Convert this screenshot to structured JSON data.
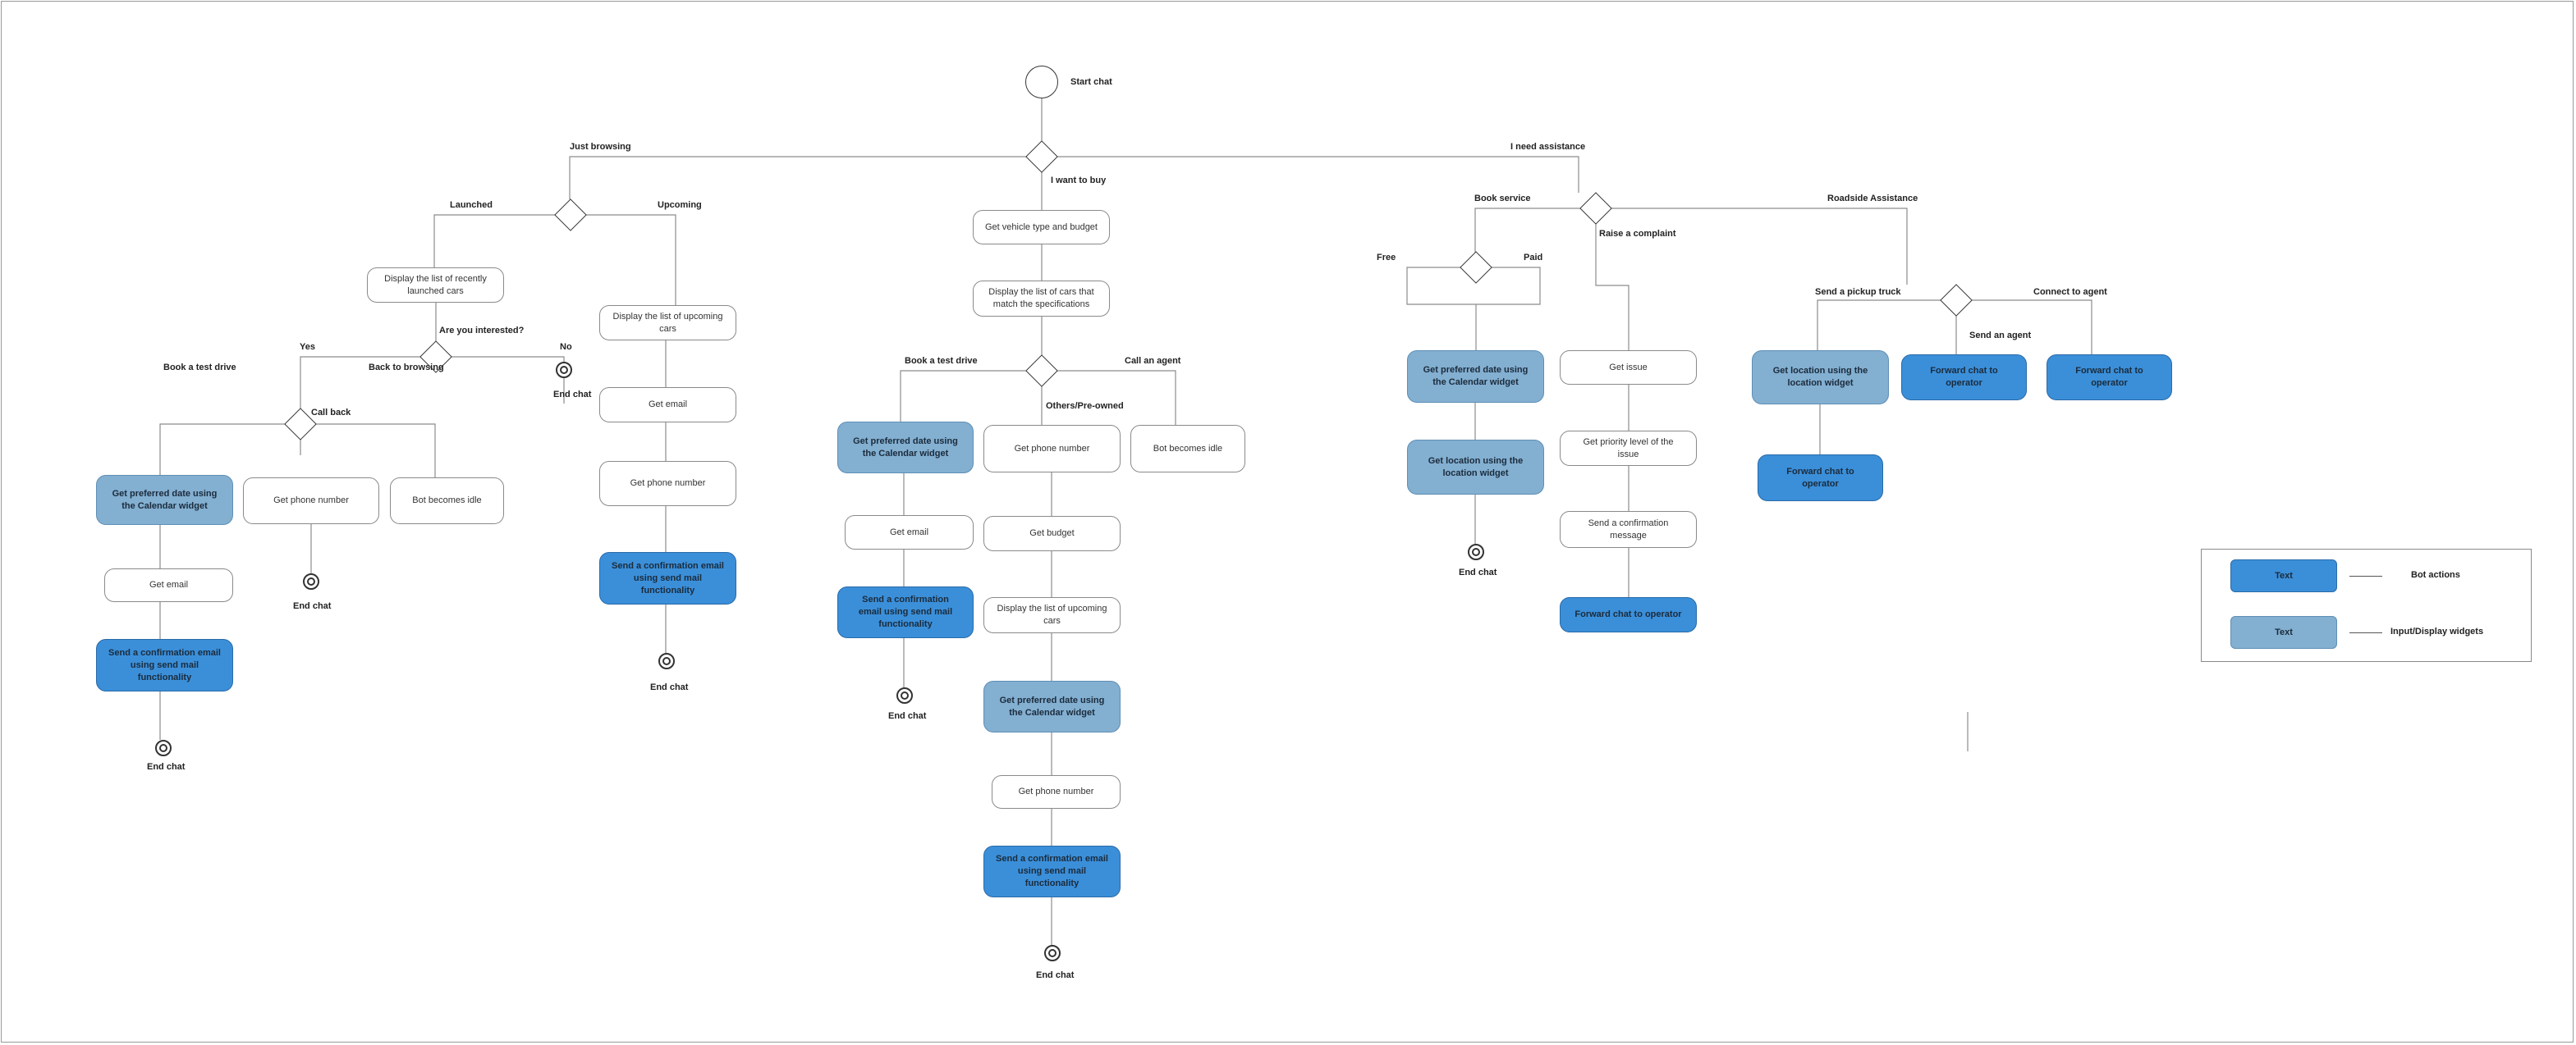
{
  "diagram": {
    "start": {
      "label": "Start chat"
    },
    "branches": {
      "just_browsing": "Just browsing",
      "i_want_to_buy": "I want to buy",
      "i_need_assistance": "I need assistance"
    },
    "browsing": {
      "launched": "Launched",
      "upcoming": "Upcoming",
      "recently_launched": "Display the list of recently launched cars",
      "are_you_interested": "Are you interested?",
      "yes": "Yes",
      "no": "No",
      "end_no": "End chat",
      "book_test_drive": "Book a test drive",
      "back_to_browsing": "Back to browsing",
      "call_back": "Call back",
      "pref_date": "Get preferred date using the Calendar widget",
      "phone": "Get phone number",
      "idle": "Bot becomes idle",
      "email": "Get email",
      "confirm": "Send a confirmation email using send mail functionality",
      "end_test": "End chat",
      "end_call": "End chat",
      "upcoming_list": "Display the list of upcoming cars",
      "up_email": "Get email",
      "up_phone": "Get phone number",
      "up_confirm": "Send a confirmation email using send mail functionality",
      "up_end": "End chat"
    },
    "buy": {
      "vehicle": "Get vehicle type and budget",
      "matching": "Display the list of cars that match the specifications",
      "book_test_drive": "Book a test drive",
      "call_agent": "Call an agent",
      "others": "Others/Pre-owned",
      "pref_date": "Get preferred date using the Calendar widget",
      "email": "Get email",
      "confirm": "Send a confirmation email using send mail functionality",
      "end_test": "End chat",
      "phone": "Get phone number",
      "budget": "Get budget",
      "upcoming_list": "Display the list of upcoming cars",
      "pref_date2": "Get preferred date using the Calendar widget",
      "phone2": "Get phone number",
      "confirm2": "Send a confirmation email using send mail functionality",
      "end_others": "End chat",
      "idle": "Bot becomes idle"
    },
    "assist": {
      "book_service": "Book service",
      "raise_complaint": "Raise a complaint",
      "roadside": "Roadside Assistance",
      "free": "Free",
      "paid": "Paid",
      "svc_date": "Get preferred date using the Calendar widget",
      "svc_location": "Get location using the location widget",
      "svc_end": "End chat",
      "issue": "Get issue",
      "priority": "Get priority level of the issue",
      "confirm_msg": "Send a confirmation message",
      "complaint_forward": "Forward chat to operator",
      "pickup_truck": "Send a pickup truck",
      "send_agent": "Send an agent",
      "connect_agent": "Connect to agent",
      "rs_location": "Get location using the location widget",
      "rs_forward_truck": "Forward chat to operator",
      "rs_forward_agent": "Forward chat to operator",
      "rs_forward_connect": "Forward chat to operator"
    }
  },
  "legend": {
    "bot_swatch": "Text",
    "bot_label": "Bot actions",
    "input_swatch": "Text",
    "input_label": "Input/Display widgets"
  },
  "colors": {
    "bot_action": "#3b8fd9",
    "input_widget": "#83afd1",
    "line": "#8c8c8c"
  }
}
